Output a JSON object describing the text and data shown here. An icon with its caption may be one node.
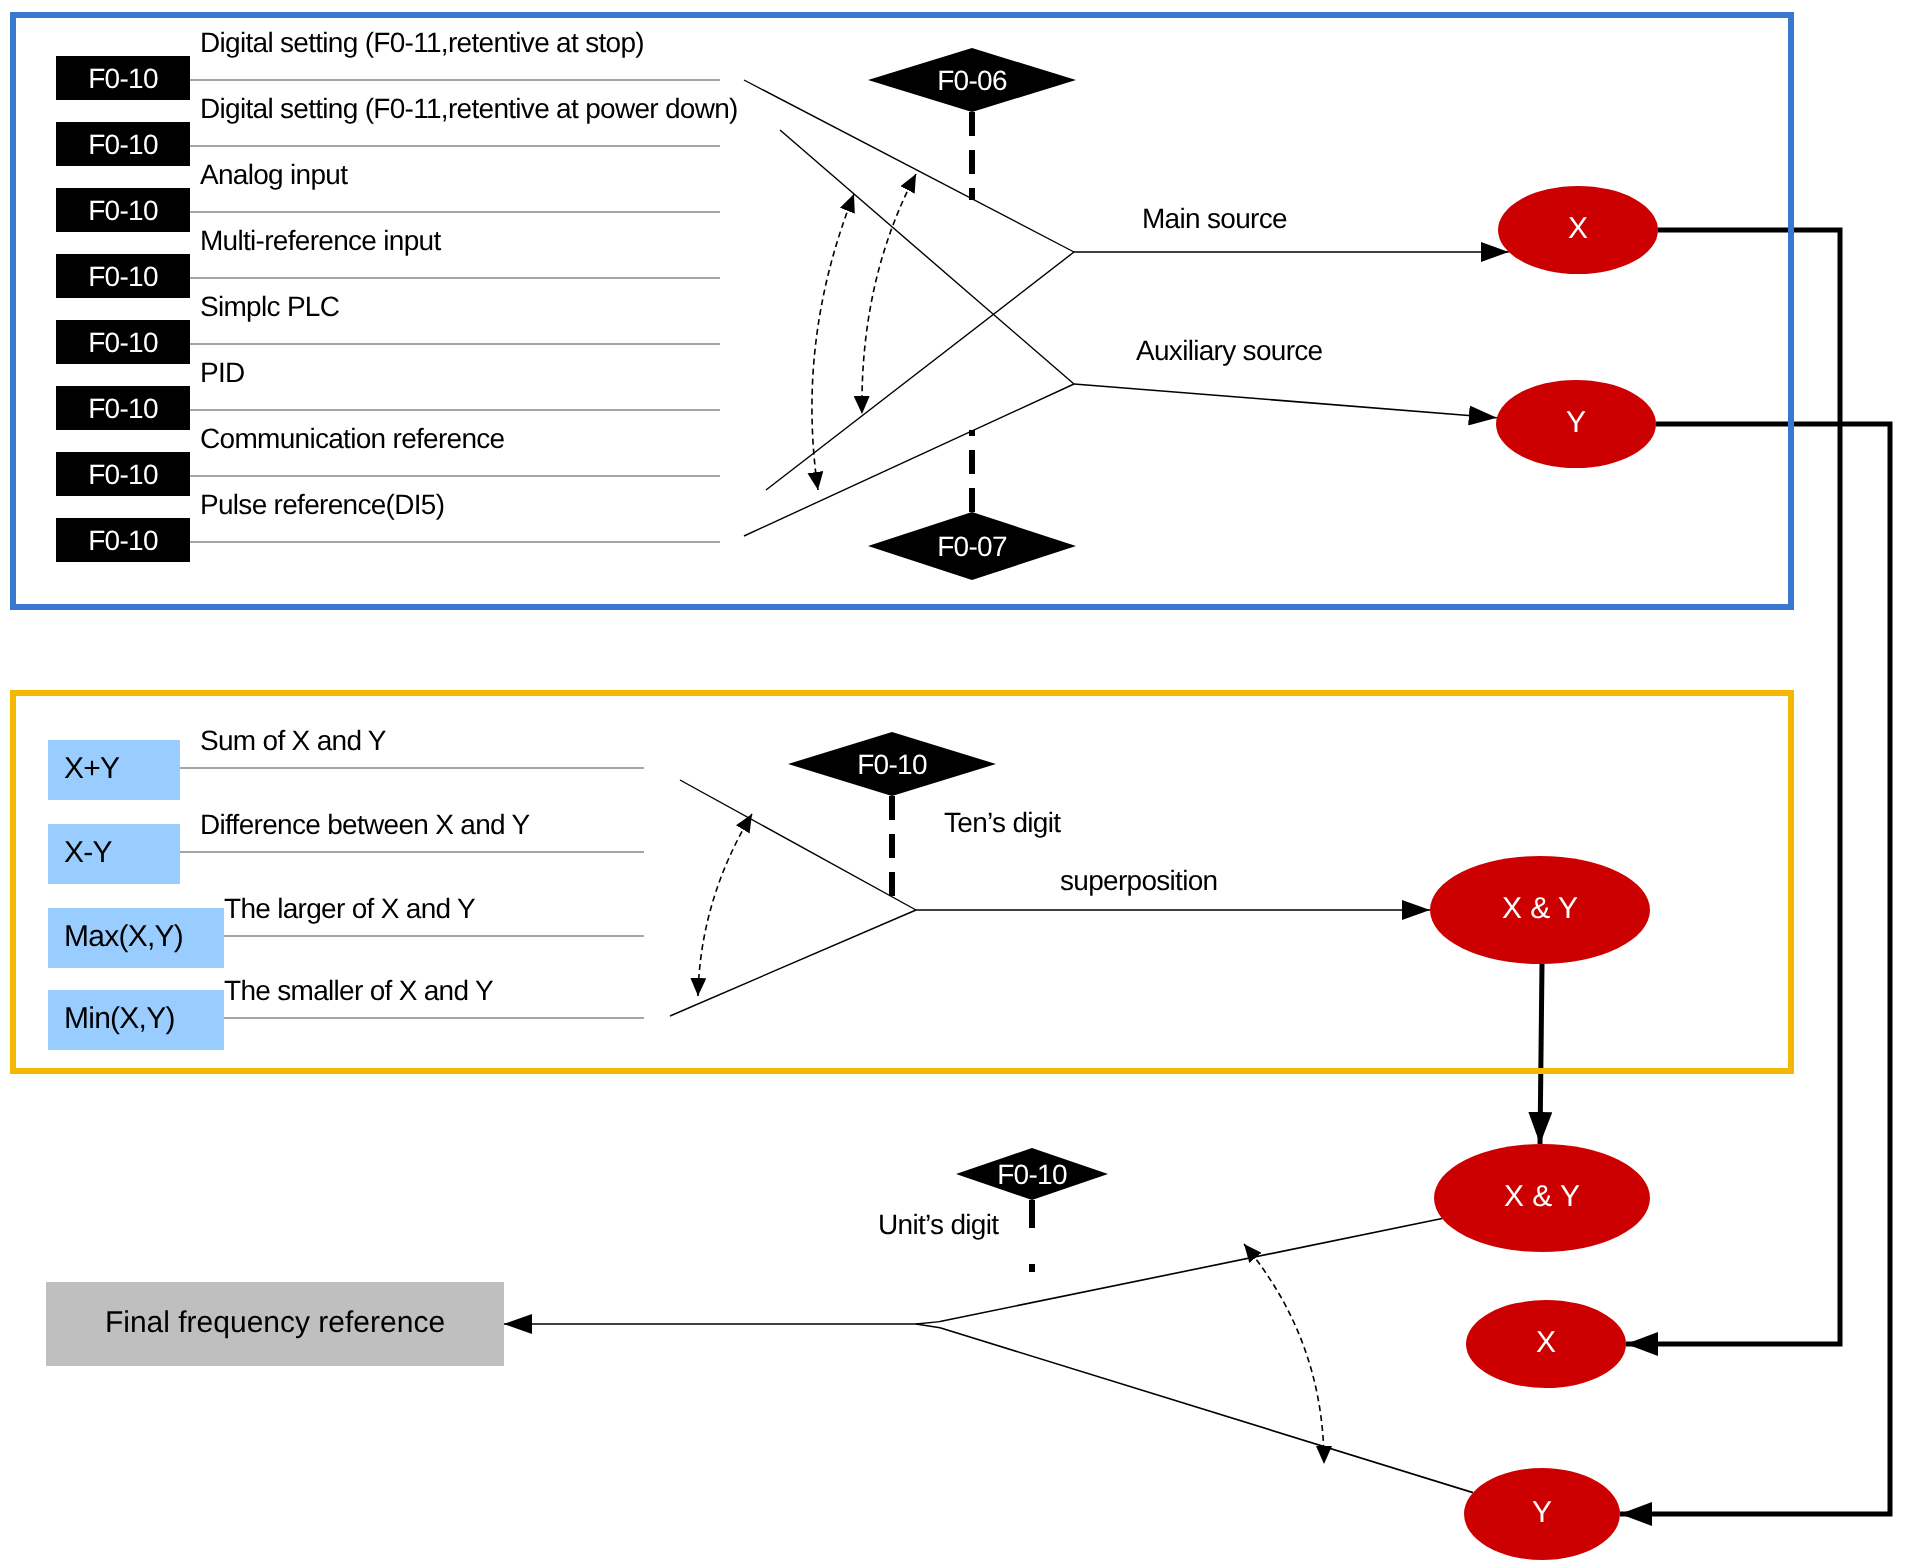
{
  "diagram": {
    "nodes": [
      {
        "text": [],
        "shape": "box"
      },
      {
        "text": [
          "F0-10"
        ],
        "in": 0,
        "beside": [
          "Digital setting (F0-11,retentive at stop)"
        ]
      },
      {
        "text": [
          "F0-10"
        ],
        "in": 0,
        "beside": [
          "Digital setting (F0-11,retentive at power down)"
        ]
      },
      {
        "text": [
          "F0-10"
        ],
        "in": 0,
        "beside": [
          "Analog input"
        ]
      },
      {
        "text": [
          "F0-10"
        ],
        "in": 0,
        "beside": [
          "Multi-reference input"
        ]
      },
      {
        "text": [
          "F0-10"
        ],
        "in": 0,
        "beside": [
          "Simplc PLC"
        ]
      },
      {
        "text": [
          "F0-10"
        ],
        "in": 0,
        "beside": [
          "PID"
        ]
      },
      {
        "text": [
          "F0-10"
        ],
        "in": 0,
        "beside": [
          "Communication reference"
        ]
      },
      {
        "text": [
          "F0-10"
        ],
        "in": 0,
        "beside": [
          "Pulse reference(DI5)"
        ]
      },
      {
        "text": [
          "F0-06"
        ],
        "in": 0
      },
      {
        "text": [
          "F0-07"
        ],
        "in": 0
      },
      {
        "text": [],
        "shape": "picture",
        "in": 0
      },
      {
        "text": [
          "X"
        ],
        "in": 0
      },
      {
        "text": [
          "Y"
        ],
        "in": 0
      },
      {
        "text": [],
        "shape": "box"
      },
      {
        "text": [
          "X+Y"
        ],
        "in": 14,
        "beside": [
          "Sum of X and Y"
        ]
      },
      {
        "text": [
          "X-Y"
        ],
        "in": 14,
        "beside": [
          "Difference between X and Y"
        ]
      },
      {
        "text": [
          "Max(X,Y)"
        ],
        "in": 14,
        "beside": [
          "The larger of X and Y"
        ]
      },
      {
        "text": [
          "Min(X,Y)"
        ],
        "in": 14,
        "beside": [
          "The smaller of X and Y"
        ]
      },
      {
        "text": [
          "F0-10"
        ],
        "in": 14,
        "beside": [
          "Ten’s digit"
        ]
      },
      {
        "text": [],
        "shape": "picture",
        "in": 14
      },
      {
        "text": [
          "X & Y"
        ],
        "in": 14
      },
      {
        "text": [
          "X & Y"
        ]
      },
      {
        "text": [
          "F0-10"
        ],
        "beside": [
          "Unit’s digit"
        ]
      },
      {
        "text": [
          "Final frequency reference"
        ]
      },
      {
        "text": [],
        "shape": "picture"
      },
      {
        "text": [
          "X"
        ]
      },
      {
        "text": [
          "Y"
        ]
      }
    ],
    "edges": [
      {
        "from": 11,
        "to": 12,
        "arrow": "to",
        "label": "Main source"
      },
      {
        "from": 11,
        "to": 13,
        "arrow": "to",
        "label": "Auxiliary source"
      },
      {
        "from": 12,
        "to": 26,
        "arrow": "to",
        "style": "thick"
      },
      {
        "from": 13,
        "to": 27,
        "arrow": "to",
        "style": "thick"
      },
      {
        "from": 20,
        "to": 21,
        "arrow": "to",
        "label": "superposition"
      },
      {
        "from": 21,
        "to": 22,
        "arrow": "to",
        "style": "thick"
      },
      {
        "from": 22,
        "to": 25,
        "arrow": "none"
      },
      {
        "from": 27,
        "to": 25,
        "arrow": "none"
      },
      {
        "from": 25,
        "to": 24,
        "arrow": "to"
      },
      {
        "from": 9,
        "to": 11,
        "arrow": "none",
        "style": "dashed"
      },
      {
        "from": 10,
        "to": 11,
        "arrow": "none",
        "style": "dashed"
      },
      {
        "from": 19,
        "to": 20,
        "arrow": "none",
        "style": "dashed"
      }
    ]
  }
}
